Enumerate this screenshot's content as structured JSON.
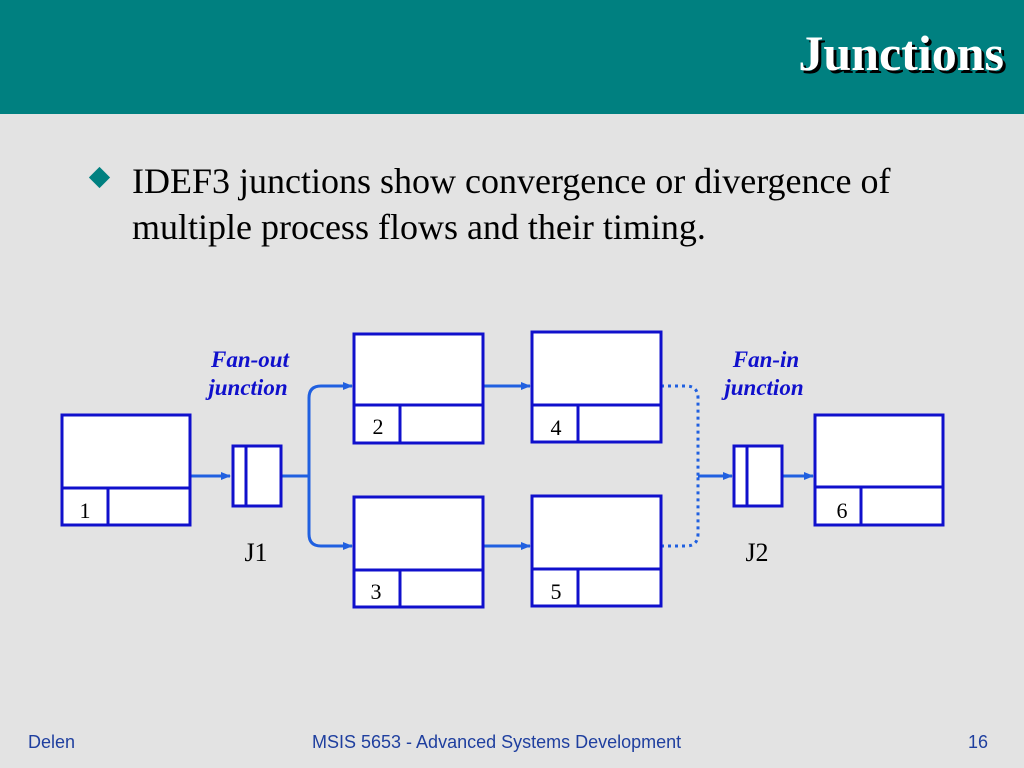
{
  "slide": {
    "title": "Junctions",
    "bullet": "IDEF3 junctions show convergence or divergence of multiple process flows and their timing."
  },
  "diagram": {
    "fanout_label_line1": "Fan-out",
    "fanout_label_line2": "junction",
    "fanin_label_line1": "Fan-in",
    "fanin_label_line2": "junction",
    "boxes": [
      "1",
      "2",
      "3",
      "4",
      "5",
      "6"
    ],
    "junctions": [
      "J1",
      "J2"
    ],
    "colors": {
      "box": "#1010cc",
      "flow": "#2060e0",
      "label": "#1010cc"
    }
  },
  "footer": {
    "author": "Delen",
    "course": "MSIS 5653 - Advanced Systems Development",
    "page": "16"
  }
}
